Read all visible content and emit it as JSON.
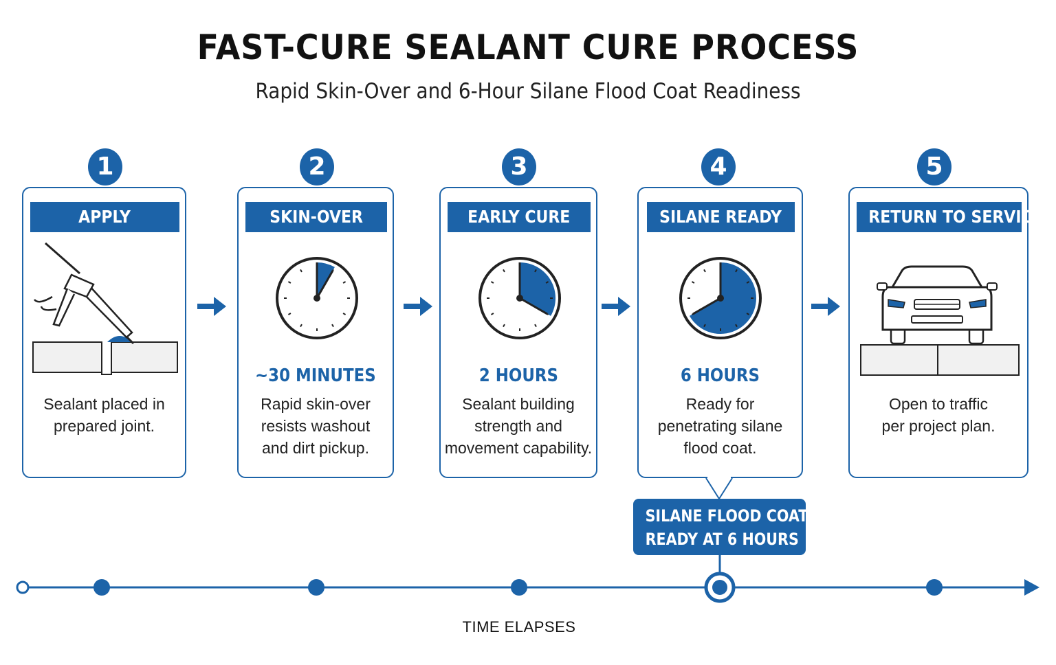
{
  "title": "FAST-CURE SEALANT CURE PROCESS",
  "subtitle": "Rapid Skin-Over and 6-Hour Silane Flood Coat Readiness",
  "steps": [
    {
      "number": "1",
      "header": "APPLY",
      "time": "",
      "desc": [
        "Sealant placed in",
        "prepared joint."
      ],
      "icon": "caulk-gun-icon"
    },
    {
      "number": "2",
      "header": "SKIN-OVER",
      "time": "~30 MINUTES",
      "desc": [
        "Rapid skin-over",
        "resists washout",
        "and dirt pickup."
      ],
      "icon": "clock-icon",
      "fraction": 0.083
    },
    {
      "number": "3",
      "header": "EARLY CURE",
      "time": "2 HOURS",
      "desc": [
        "Sealant building",
        "strength and",
        "movement capability."
      ],
      "icon": "clock-icon",
      "fraction": 0.333
    },
    {
      "number": "4",
      "header": "SILANE READY",
      "time": "6 HOURS",
      "desc": [
        "Ready for",
        "penetrating silane",
        "flood coat."
      ],
      "icon": "clock-icon",
      "fraction": 0.667
    },
    {
      "number": "5",
      "header": "RETURN TO SERVICE",
      "time": "",
      "desc": [
        "Open to traffic",
        "per project plan."
      ],
      "icon": "car-icon"
    }
  ],
  "callout": {
    "line1": "SILANE FLOOD COAT",
    "line2": "READY AT 6 HOURS"
  },
  "timeline": {
    "label": "TIME ELAPSES"
  },
  "colors": {
    "accent": "#1c63a8",
    "text": "#1a1a1a"
  }
}
